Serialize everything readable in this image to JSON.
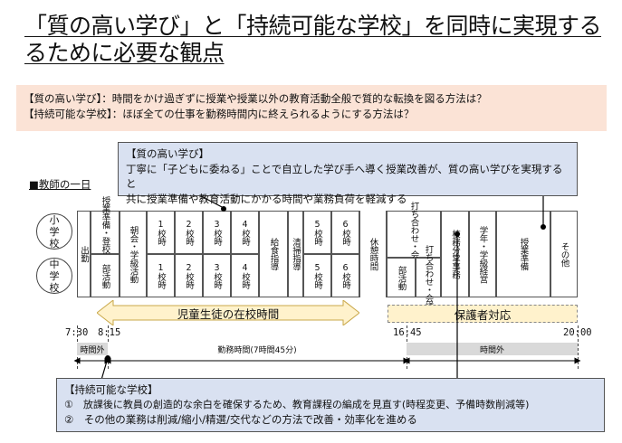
{
  "title_line1": "「質の高い学び」と「持続可能な学校」を同時に実現する",
  "title_line2": "るために必要な観点",
  "intro": {
    "line1": "【質の高い学び】：時間をかけ過ぎずに授業や授業以外の教育活動全般で質的な転換を図る方法は？",
    "line2": "【持続可能な学校】：ほぼ全ての仕事を勤務時間内に終えられるようにする方法は？"
  },
  "quality_callout": {
    "heading": "【質の高い学び】",
    "line1": "丁寧に「子どもに委ねる」ことで自立した学び手へ導く授業改善が、質の高い学びを実現すると",
    "line2": "共に授業準備や教育活動にかかる時間や業務負荷を軽減する"
  },
  "section_label": "■教師の一日",
  "schools": {
    "elementary": "小学校",
    "junior_high": "中学校"
  },
  "schedule": {
    "arrive": "出勤",
    "pre_top": "授業準備・登校指導",
    "pre_bottom": "部活動",
    "morning": "朝会・学級活動",
    "period1": "1校時",
    "period2": "2校時",
    "period3": "3校時",
    "period4": "4校時",
    "lunch": "給食指導",
    "cleaning": "清掃指導",
    "period5": "5校時",
    "period6": "6校時",
    "break": "休憩時間",
    "meeting_top": "打ち合わせ・会議",
    "meeting_bottom_left": "部活動",
    "meeting_bottom_right": "打ち合わせ・会議",
    "division": "校務分掌事務",
    "grade": "学年・学級経営",
    "prep": "授業準備",
    "other": "その他"
  },
  "bands": {
    "student_time": "児童生徒の在校時間",
    "guardian": "保護者対応"
  },
  "times": {
    "t1": "7:30",
    "t2": "8:15",
    "t3": "16:45",
    "t4": "20:00"
  },
  "bars": {
    "before": "時間外",
    "work": "勤務時間(7時間45分)",
    "after": "時間外"
  },
  "sustainable_callout": {
    "heading": "【持続可能な学校】",
    "line1": "①　放課後に教員の創造的な余白を確保するため、教育課程の編成を見直す(時程変更、予備時数削減等)",
    "line2": "②　その他の業務は削減/縮小/精選/交代などの方法で改善・効率化を進める"
  },
  "colors": {
    "intro_bg": "#fbe3d6",
    "callout_bg": "#d9e1f1",
    "band_bg": "#fff2cc",
    "off_hours": "#d9d9d9"
  }
}
